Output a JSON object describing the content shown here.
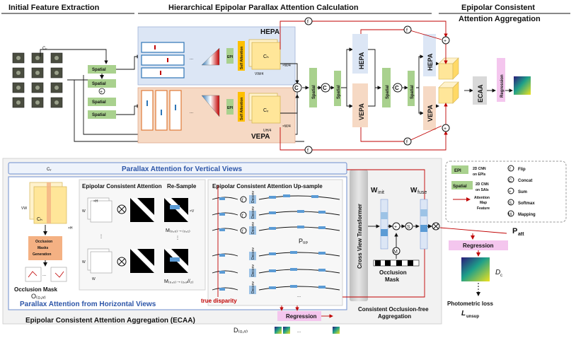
{
  "headers": {
    "initial": "Initial Feature Extraction",
    "hierarchical": "Hierarchical  Epipolar Parallax Attention Calculation",
    "consistent_line1": "Epipolar Consistent",
    "consistent_line2": "Attention Aggregation"
  },
  "top": {
    "cv": "Cᵥ",
    "spatial": "Spatial",
    "hepa": "HEPA",
    "vepa": "VEPA",
    "epi": "EPI",
    "self_attention": "Self Attention",
    "ch": "Cₕ",
    "cv_box": "Cᵥ",
    "vw4": "VW/4",
    "xw4": "×W/4",
    "uh4": "UH/4",
    "xh4": "×H/4",
    "ecaa": "ECAA",
    "regression": "Regression",
    "concat": "C",
    "flip": "f",
    "sum": "+",
    "dots": "..."
  },
  "bottom": {
    "cv_label": "Cᵥ",
    "vertical_banner": "Parallax Attention for Vertical Views",
    "horizontal_banner": "Parallax Attention from Horizontal Views",
    "ecaa_title": "Epipolar Consistent Attention Aggregation (ECAA)",
    "eca": "Epipolar Consistent Attention",
    "resample": "Re-Sample",
    "upsample": "Epipolar Consistent Attention Up-sample",
    "ch": "Cₕ",
    "vw": "VW",
    "xh": "×H",
    "occ_gen": [
      "Occlusion",
      "Masks",
      "Generation"
    ],
    "occ_mask_label": "Occlusion Mask",
    "o_label": "O₍₀,ᵥ₎",
    "w": "W",
    "xv": "×V",
    "m1": "M₍₀,₀₎→₍₀,₁₎",
    "m2": "M₍₀,₀₎→₍₀,ᵥ//₂₎",
    "deconv": "Deconv",
    "p_up": "Pᵤₚ",
    "true_disparity": "true disparity",
    "regression": "Regression",
    "d_label": "D₍₀,ᵥ₎",
    "cvt": "Cross View Transformer",
    "w_init": "W",
    "w_init_sub": "init",
    "w_fuse": "W",
    "w_fuse_sub": "fuse",
    "occlusion_mask": [
      "Occlusion",
      "Mask"
    ],
    "cofa": [
      "Consistent Occlusion-free",
      "Aggregation"
    ],
    "p_att": "P",
    "p_att_sub": "att",
    "regression_right": "Regression",
    "dc": "D",
    "dc_sub": "c",
    "photometric": "Photometric loss",
    "l_unsup": "L",
    "l_unsup_sub": "unsup",
    "dots": "...",
    "vdots": "⋮"
  },
  "legend": {
    "epi": "EPI",
    "epi_desc": [
      "2D CNN",
      "on EPIs"
    ],
    "spatial": "Spatial",
    "spatial_desc": [
      "2D CNN",
      "on SAIs"
    ],
    "attention_desc": [
      "Attention",
      "Map",
      "Feature"
    ],
    "flip": "Flip",
    "concat": "Concat",
    "sum": "Sum",
    "softmax": "Softmax",
    "mapping": "Mapping"
  },
  "colors": {
    "blue_panel": "#dce6f5",
    "orange_panel": "#f6d9c4",
    "green_block": "#a9d18e",
    "pink_block": "#f4c6ee",
    "yellow_block": "#ffe699",
    "gray_block": "#d9d9d9",
    "arrow_red": "#c00000",
    "title_blue": "#2c55a8"
  }
}
